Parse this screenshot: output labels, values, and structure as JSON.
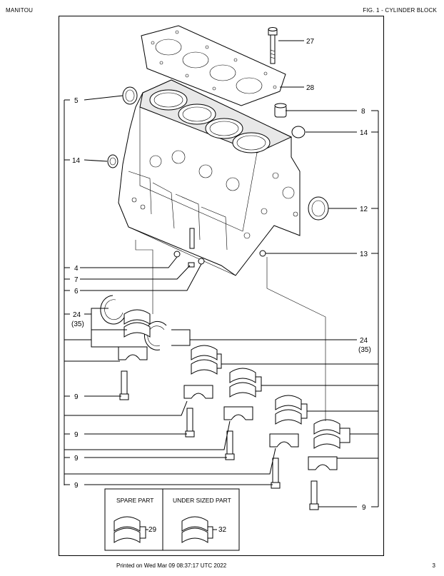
{
  "header": {
    "brand": "MANITOU",
    "figure_title": "FIG. 1 - CYLINDER BLOCK"
  },
  "callouts": {
    "c27": "27",
    "c28": "28",
    "c5": "5",
    "c8": "8",
    "c14a": "14",
    "c14b": "14",
    "c12": "12",
    "c13": "13",
    "c4": "4",
    "c7": "7",
    "c6": "6",
    "c24a": "24",
    "c24a_sub": "(35)",
    "c24b": "24",
    "c24b_sub": "(35)",
    "c9a": "9",
    "c9b": "9",
    "c9c": "9",
    "c9d": "9",
    "c9e": "9",
    "c29": "29",
    "c32": "32"
  },
  "legend_box": {
    "spare_part": "SPARE PART",
    "under_sized_part": "UNDER SIZED PART"
  },
  "footer": {
    "printed_on": "Printed on  Wed Mar 09 08:37:17 UTC 2022",
    "page_number": "3"
  }
}
